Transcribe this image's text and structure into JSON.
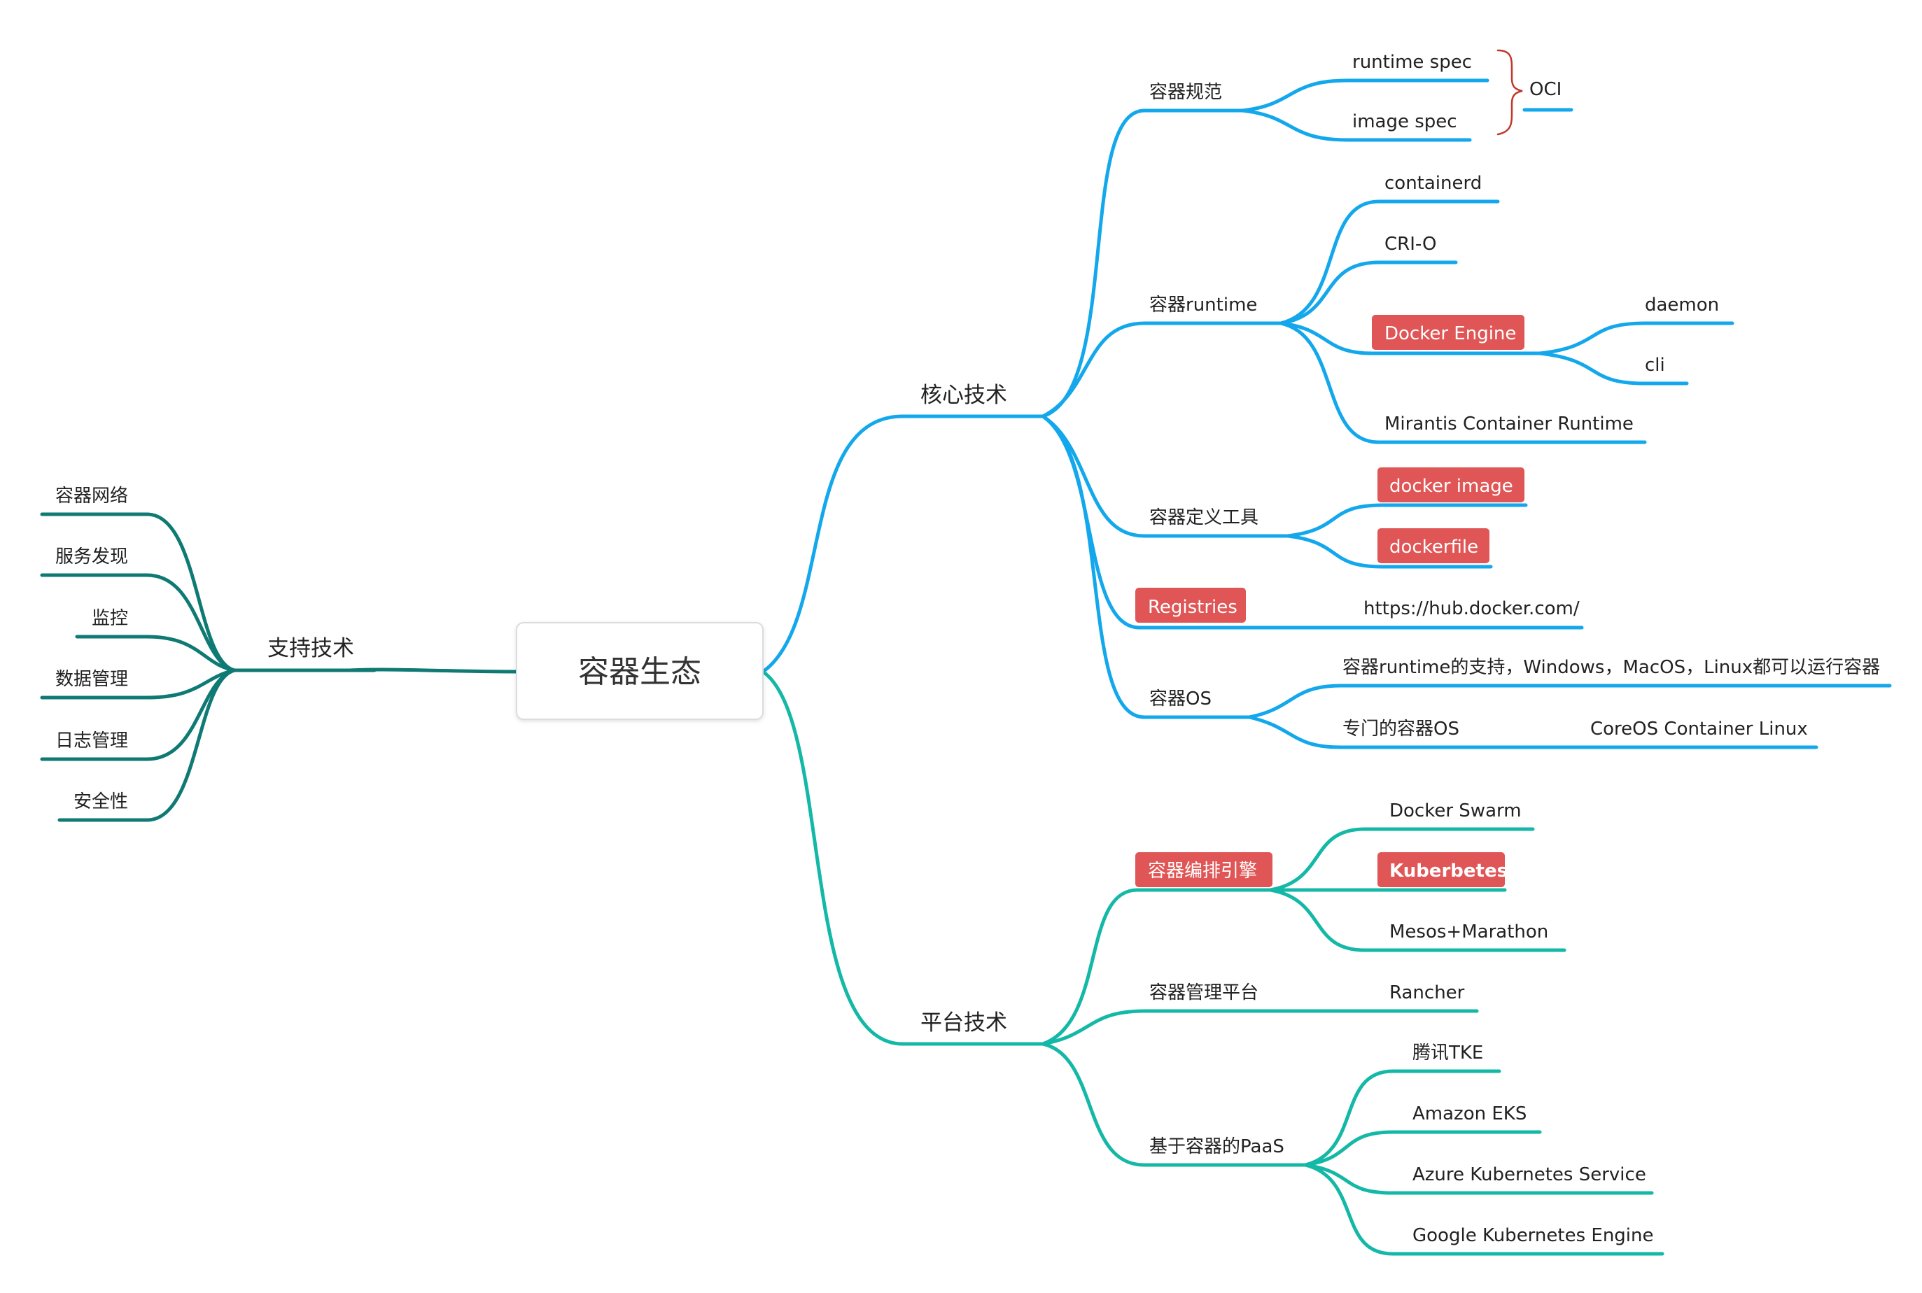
{
  "colors": {
    "core_branch": "#13a7ec",
    "platform_branch": "#14b8a6",
    "support_branch": "#0f7a74",
    "bracket": "#c0392b",
    "highlight_fill": "#e05555",
    "highlight_text": "#ffffff",
    "text": "#222222"
  },
  "root": {
    "label": "容器生态"
  },
  "core": {
    "label": "核心技术",
    "spec": {
      "label": "容器规范",
      "runtime_spec": "runtime spec",
      "image_spec": "image spec",
      "oci": "OCI"
    },
    "runtime": {
      "label": "容器runtime",
      "containerd": "containerd",
      "crio": "CRI-O",
      "docker_engine": "Docker Engine",
      "daemon": "daemon",
      "cli": "cli",
      "mirantis": "Mirantis Container Runtime"
    },
    "define_tools": {
      "label": "容器定义工具",
      "docker_image": "docker image",
      "dockerfile": "dockerfile"
    },
    "registries": {
      "label": "Registries",
      "hub": "https://hub.docker.com/"
    },
    "os": {
      "label": "容器OS",
      "runtime_support": "容器runtime的支持，Windows，MacOS，Linux都可以运行容器",
      "dedicated": "专门的容器OS",
      "coreos": "CoreOS Container Linux"
    }
  },
  "platform": {
    "label": "平台技术",
    "orchestration": {
      "label": "容器编排引擎",
      "swarm": "Docker Swarm",
      "kuberbetes": "Kuberbetes",
      "mesos": "Mesos+Marathon"
    },
    "management": {
      "label": "容器管理平台",
      "rancher": "Rancher"
    },
    "paas": {
      "label": "基于容器的PaaS",
      "tke": "腾讯TKE",
      "eks": "Amazon EKS",
      "aks": "Azure Kubernetes Service",
      "gke": "Google Kubernetes Engine"
    }
  },
  "support": {
    "label": "支持技术",
    "items": [
      "容器网络",
      "服务发现",
      "监控",
      "数据管理",
      "日志管理",
      "安全性"
    ]
  }
}
